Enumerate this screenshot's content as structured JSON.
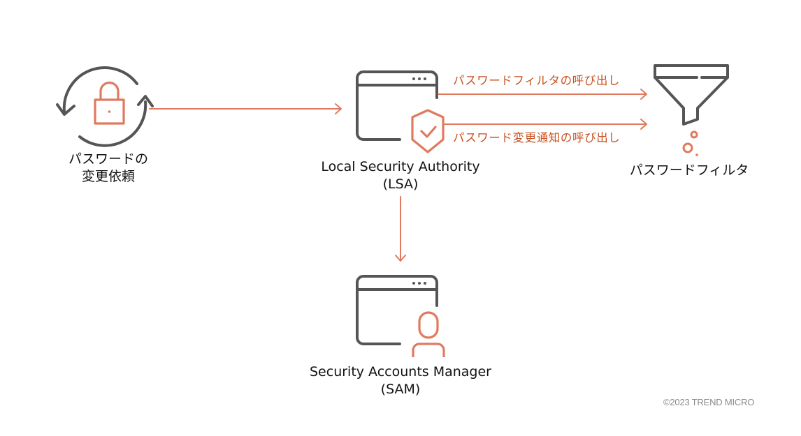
{
  "colors": {
    "accent": "#e07a5f",
    "accent_text": "#c8511f",
    "icon_gray": "#555555",
    "text": "#111111",
    "copyright": "#8a8a8a"
  },
  "nodes": {
    "password_change": {
      "icon": "lock-refresh-icon",
      "label_lines": [
        "パスワードの",
        "変更依頼"
      ]
    },
    "lsa": {
      "icon": "window-shield-check-icon",
      "label_lines": [
        "Local Security Authority",
        "(LSA)"
      ]
    },
    "password_filter": {
      "icon": "funnel-icon",
      "label_lines": [
        "パスワードフィルタ"
      ]
    },
    "sam": {
      "icon": "window-user-icon",
      "label_lines": [
        "Security Accounts Manager",
        "(SAM)"
      ]
    }
  },
  "edges": [
    {
      "from": "password_change",
      "to": "lsa",
      "label": ""
    },
    {
      "from": "lsa",
      "to": "password_filter",
      "label": "パスワードフィルタの呼び出し"
    },
    {
      "from": "lsa",
      "to": "password_filter",
      "label": "パスワード変更通知の呼び出し"
    },
    {
      "from": "lsa",
      "to": "sam",
      "label": ""
    }
  ],
  "footer": {
    "copyright": "©2023 TREND MICRO"
  }
}
